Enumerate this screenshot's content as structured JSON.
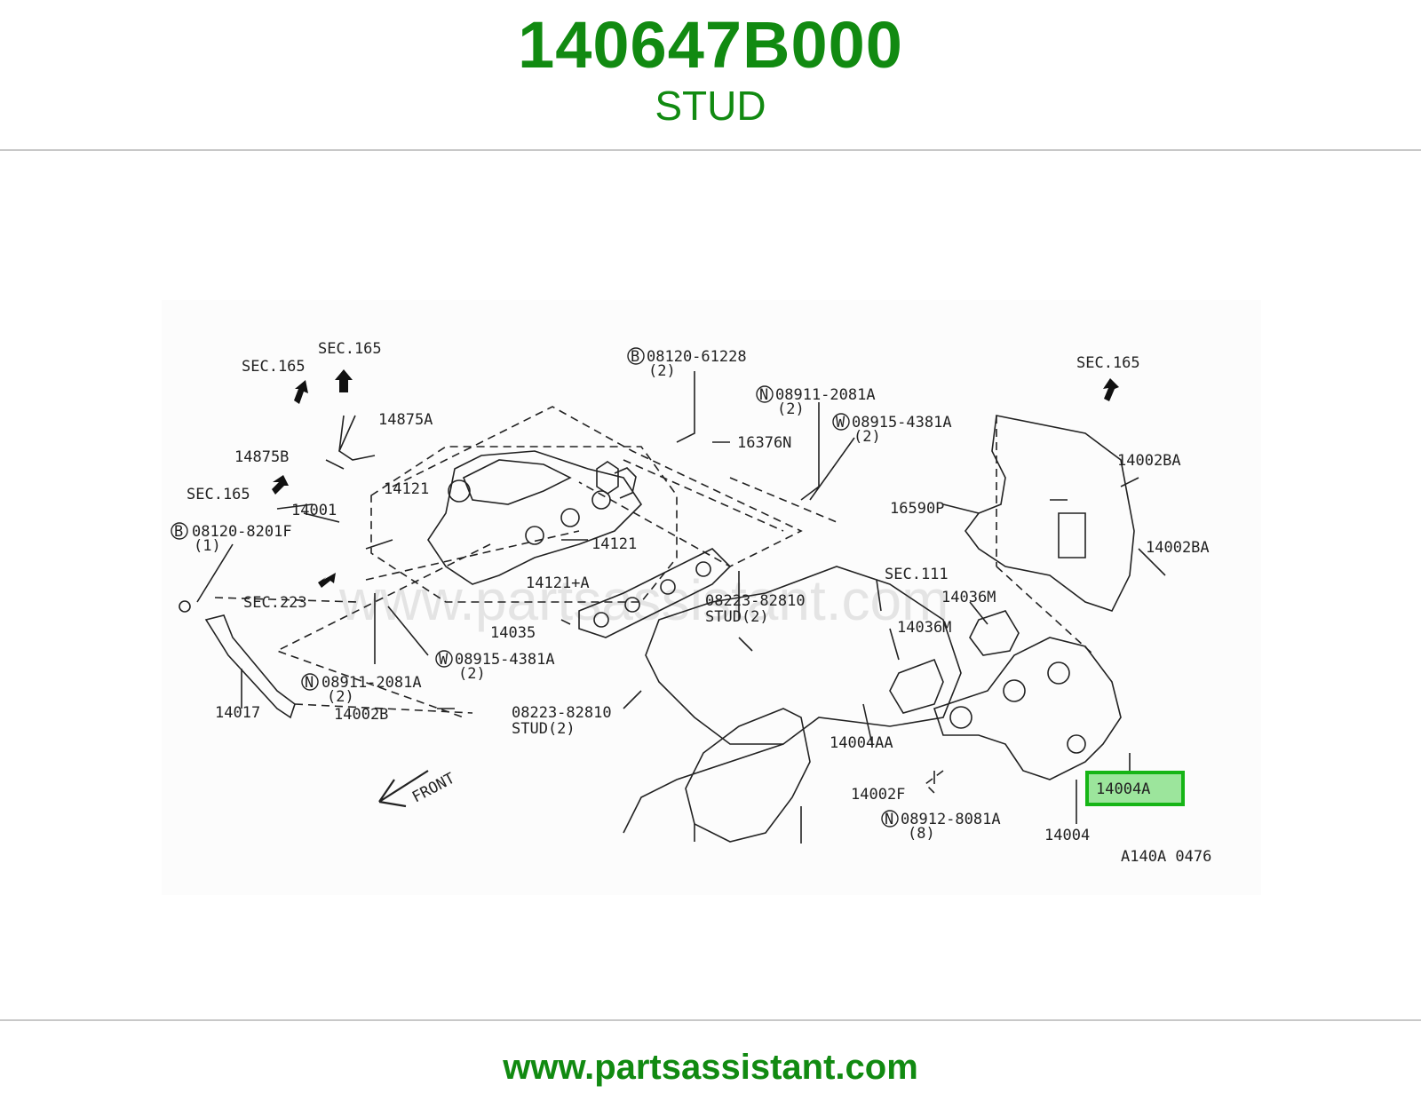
{
  "header": {
    "part_number": "140647B000",
    "part_name": "STUD"
  },
  "footer": {
    "url": "www.partsassistant.com"
  },
  "diagram": {
    "watermark": "www.partsassistant.com",
    "figure_code": "A140A 0476",
    "front_label": "FRONT",
    "highlighted_callout": "14004A",
    "labels": {
      "sec165_a": "SEC.165",
      "sec165_b": "SEC.165",
      "sec165_c": "SEC.165",
      "sec165_d": "SEC.165",
      "sec223": "SEC.223",
      "sec111": "SEC.111",
      "p14875A": "14875A",
      "p14875B": "14875B",
      "p14121_a": "14121",
      "p14121_b": "14121",
      "p14121A": "14121+A",
      "p14001": "14001",
      "b08120_8201F": "08120-8201F",
      "b08120_8201F_qty": "(1)",
      "b08120_61228": "08120-61228",
      "b08120_61228_qty": "(2)",
      "p16376N": "16376N",
      "n08911_a": "08911-2081A",
      "n08911_a_qty": "(2)",
      "w08915_a": "08915-4381A",
      "w08915_a_qty": "(2)",
      "p14002BA_a": "14002BA",
      "p14002BA_b": "14002BA",
      "p16590P": "16590P",
      "p14036M_a": "14036M",
      "p14036M_b": "14036M",
      "stud_82810_a": "08223-82810",
      "stud_82810_a_qty": "STUD(2)",
      "stud_82810_b": "08223-82810",
      "stud_82810_b_qty": "STUD(2)",
      "p14035": "14035",
      "w08915_b": "08915-4381A",
      "w08915_b_qty": "(2)",
      "n08911_b": "08911-2081A",
      "n08911_b_qty": "(2)",
      "p14017": "14017",
      "p14002B": "14002B",
      "p14004AA": "14004AA",
      "p14002F": "14002F",
      "n08912": "08912-8081A",
      "n08912_qty": "(8)",
      "p14004": "14004",
      "p14004A": "14004A"
    },
    "circle_marks": {
      "B": "B",
      "N": "N",
      "W": "W"
    }
  }
}
